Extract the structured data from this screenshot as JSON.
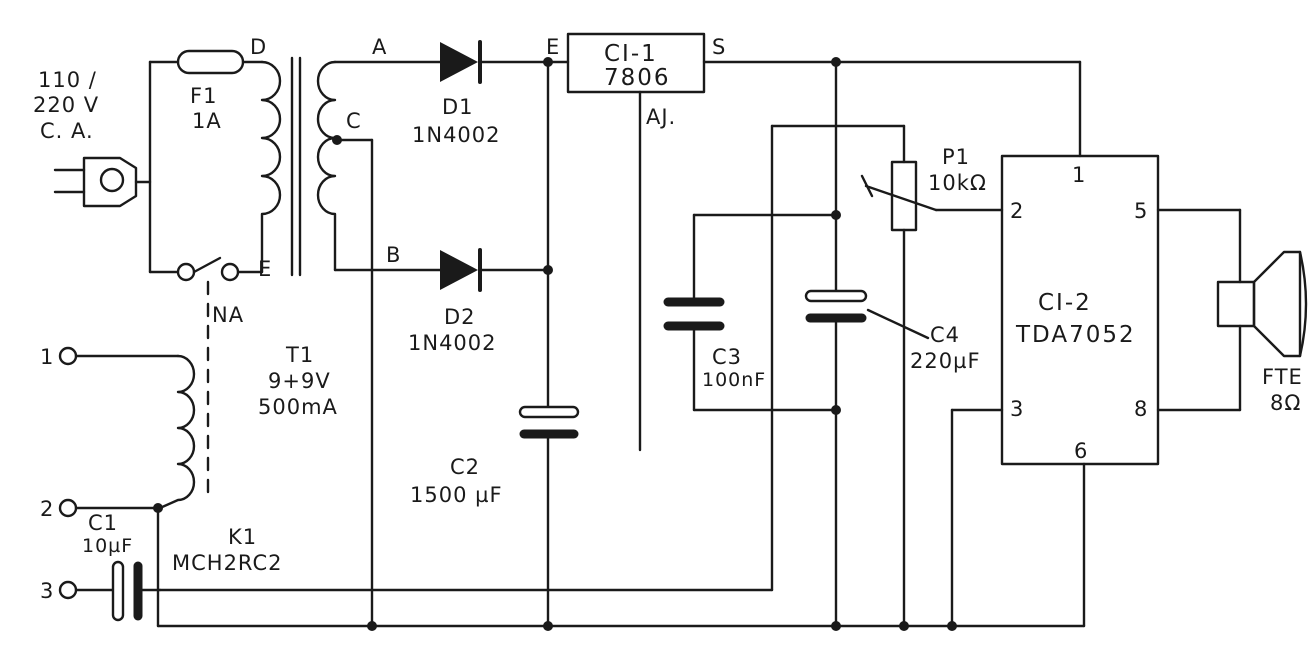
{
  "mains": {
    "line1": "110 /",
    "line2": "220 V",
    "line3": "C. A."
  },
  "fuse": {
    "ref": "F1",
    "value": "1A"
  },
  "switch": {
    "ref": "NA"
  },
  "transformer": {
    "ref": "T1",
    "voltage": "9+9V",
    "current": "500mA"
  },
  "nodes": {
    "d": "D",
    "e_left": "E",
    "a": "A",
    "b": "B",
    "c": "C",
    "e_reg": "E",
    "s": "S",
    "aj": "AJ."
  },
  "d1": {
    "ref": "D1",
    "part": "1N4002"
  },
  "d2": {
    "ref": "D2",
    "part": "1N4002"
  },
  "c2": {
    "ref": "C2",
    "value": "1500 µF"
  },
  "ci1": {
    "ref": "CI-1",
    "part": "7806"
  },
  "c3": {
    "ref": "C3",
    "value": "100nF"
  },
  "c4": {
    "ref": "C4",
    "value": "220µF"
  },
  "p1": {
    "ref": "P1",
    "value": "10kΩ"
  },
  "ci2": {
    "ref": "CI-2",
    "part": "TDA7052",
    "pins": {
      "p1": "1",
      "p2": "2",
      "p3": "3",
      "p5": "5",
      "p6": "6",
      "p8": "8"
    }
  },
  "speaker": {
    "ref": "FTE",
    "value": "8Ω"
  },
  "relay": {
    "ref": "K1",
    "part": "MCH2RC2"
  },
  "inputs": {
    "t1": "1",
    "t2": "2",
    "t3": "3"
  },
  "c1": {
    "ref": "C1",
    "value": "10µF"
  }
}
